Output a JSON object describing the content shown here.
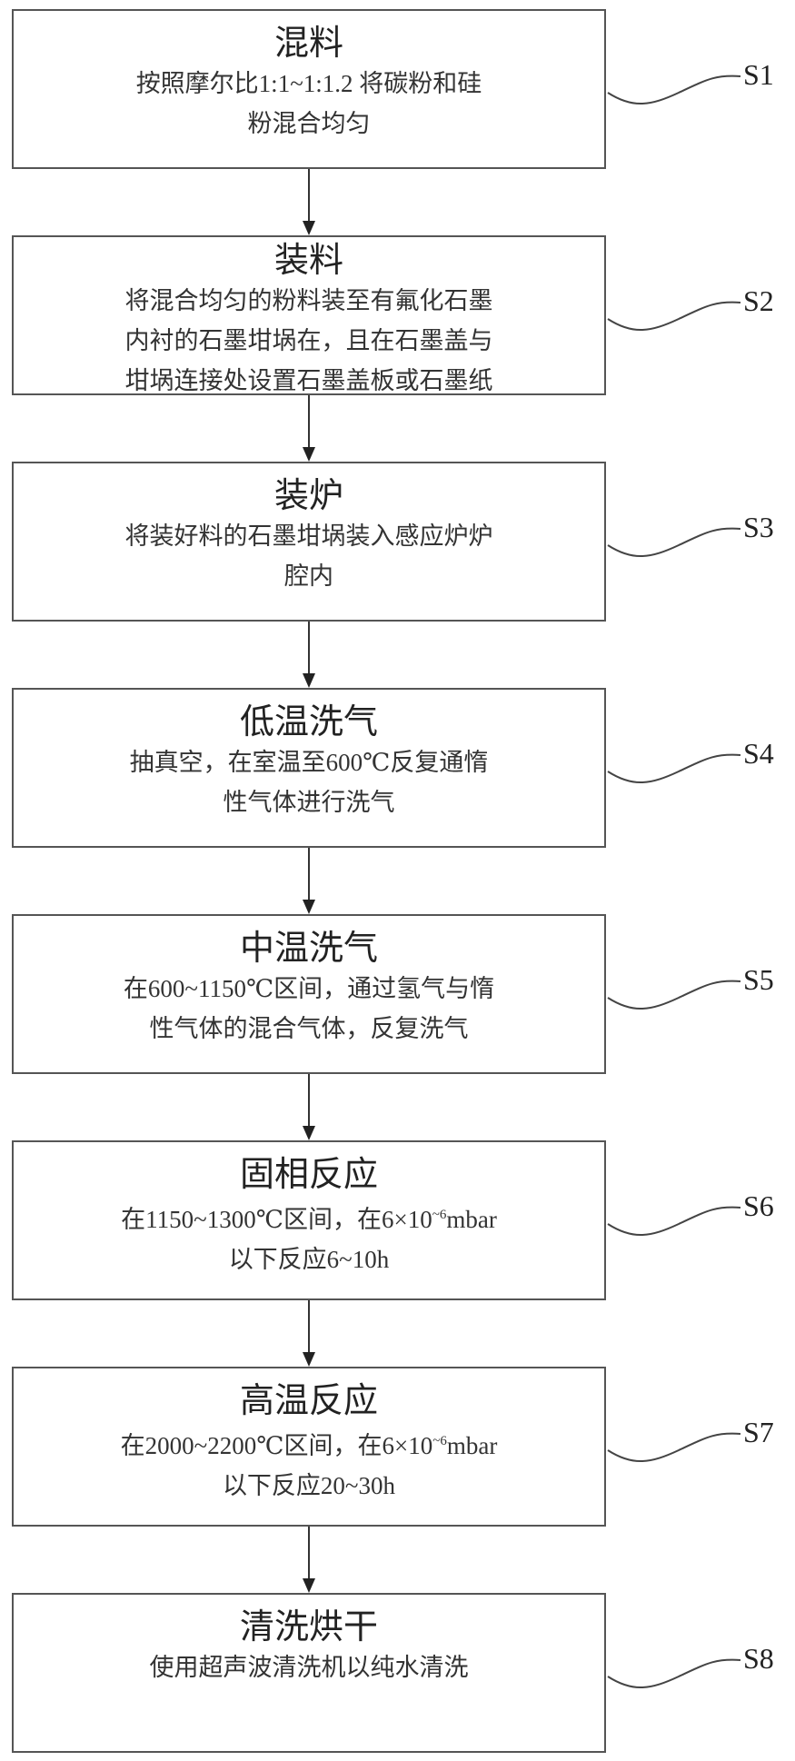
{
  "steps": [
    {
      "id": "S1",
      "title": "混料",
      "lines": [
        "按照摩尔比1:1~1:1.2  将碳粉和硅",
        "粉混合均匀"
      ]
    },
    {
      "id": "S2",
      "title": "装料",
      "lines": [
        "将混合均匀的粉料装至有氟化石墨",
        "内衬的石墨坩埚在，且在石墨盖与",
        "坩埚连接处设置石墨盖板或石墨纸"
      ]
    },
    {
      "id": "S3",
      "title": "装炉",
      "lines": [
        "将装好料的石墨坩埚装入感应炉炉",
        "腔内"
      ]
    },
    {
      "id": "S4",
      "title": "低温洗气",
      "lines": [
        "抽真空，在室温至600℃反复通惰",
        "性气体进行洗气"
      ]
    },
    {
      "id": "S5",
      "title": "中温洗气",
      "lines": [
        "在600~1150℃区间，通过氢气与惰",
        "性气体的混合气体，反复洗气"
      ]
    },
    {
      "id": "S6",
      "title": "固相反应",
      "lines": [
        "在1150~1300℃区间，在6×10^-6mbar",
        "以下反应6~10h"
      ]
    },
    {
      "id": "S7",
      "title": "高温反应",
      "lines": [
        "在2000~2200℃区间，在6×10^-6mbar",
        "以下反应20~30h"
      ]
    },
    {
      "id": "S8",
      "title": "清洗烘干",
      "lines": [
        "使用超声波清洗机以纯水清洗"
      ]
    }
  ]
}
